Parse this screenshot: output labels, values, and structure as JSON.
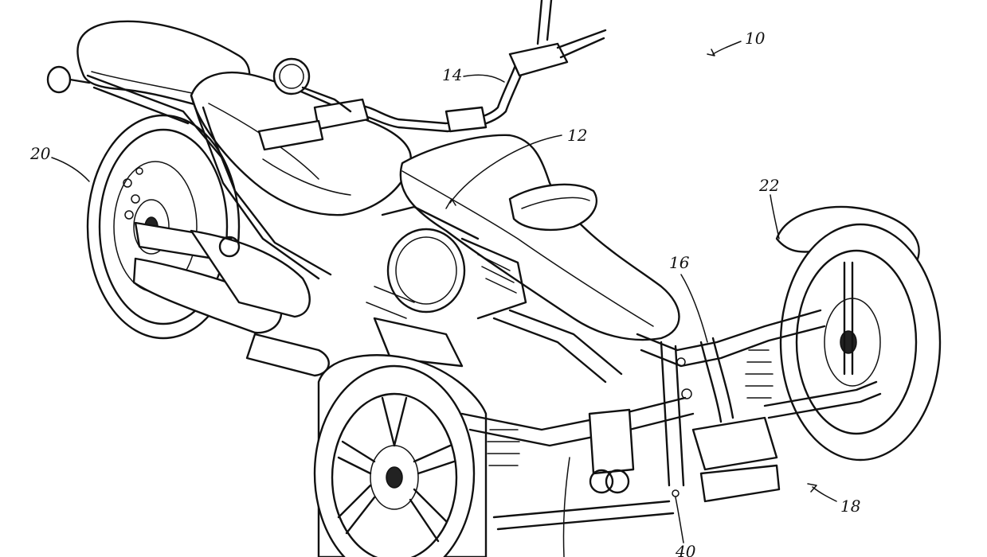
{
  "figure": {
    "reference_numerals": {
      "vehicle": "10",
      "frame": "12",
      "handlebar": "14",
      "rear_suspension": "16",
      "front_end": "18",
      "rear_wheel": "20",
      "right_front_wheel": "22",
      "bracket": "40"
    }
  }
}
